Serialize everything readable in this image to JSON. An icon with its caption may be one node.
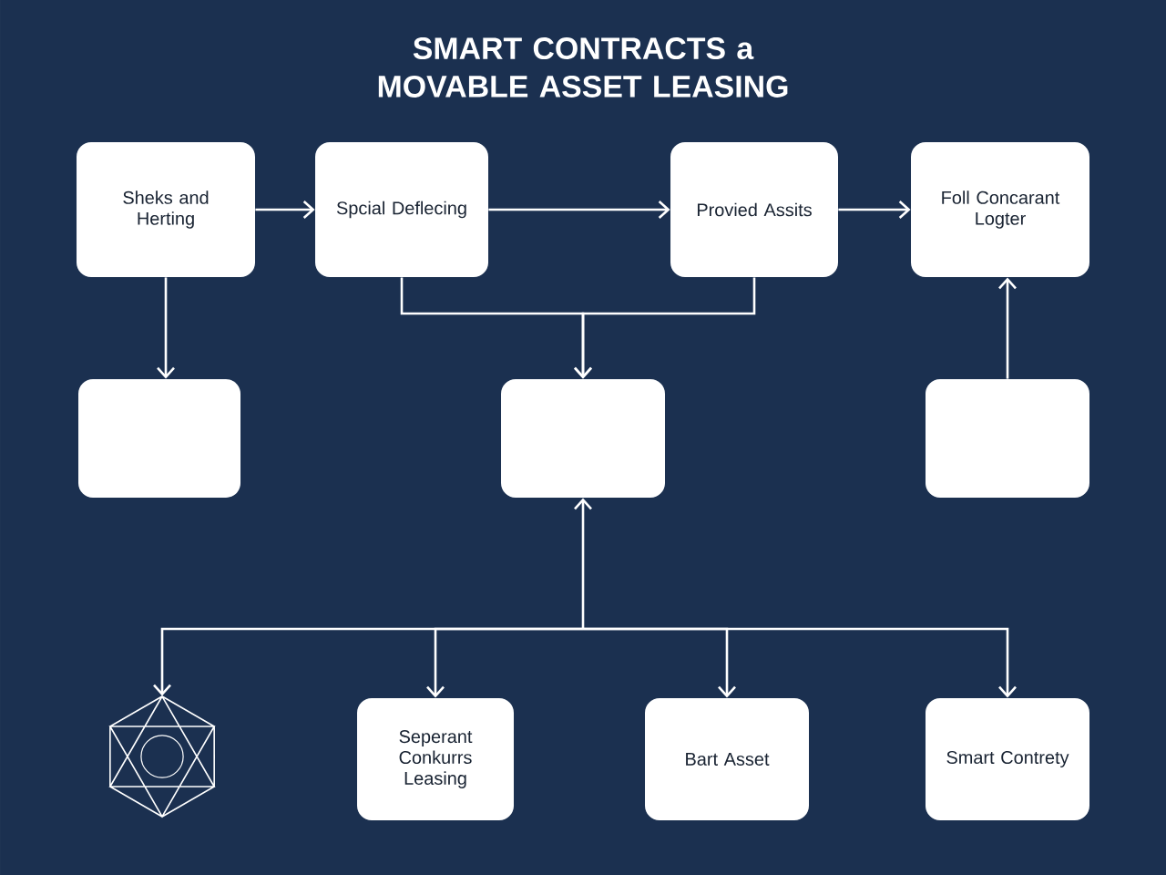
{
  "diagram": {
    "title": "SMART CONTRACTS a MOVABLE ASSET LEASING",
    "nodes": [
      {
        "text": [
          "Sheks and Herting"
        ]
      },
      {
        "text": [
          "Spcial Deflecing"
        ]
      },
      {
        "text": [
          "Provied Assits"
        ]
      },
      {
        "text": [
          "Foll Concarant Logter"
        ]
      },
      {
        "text": [],
        "shape": "box"
      },
      {
        "text": [],
        "shape": "box"
      },
      {
        "text": [],
        "shape": "box"
      },
      {
        "text": [],
        "shape": "hexagon"
      },
      {
        "text": [
          "Seperant Conkurrs Leasing"
        ]
      },
      {
        "text": [
          "Bart Asset"
        ]
      },
      {
        "text": [
          "Smart Contrety"
        ]
      }
    ],
    "edges": [
      {
        "from": 0,
        "to": 1,
        "arrow": "to"
      },
      {
        "from": 1,
        "to": 2,
        "arrow": "to"
      },
      {
        "from": 2,
        "to": 3,
        "arrow": "to"
      },
      {
        "from": 0,
        "to": 4,
        "arrow": "to"
      },
      {
        "from": 1,
        "to": 5,
        "arrow": "to"
      },
      {
        "from": 2,
        "to": 5,
        "arrow": "to"
      },
      {
        "from": 6,
        "to": 3,
        "arrow": "to"
      },
      {
        "from": 5,
        "to": 7,
        "arrow": "both"
      },
      {
        "from": 5,
        "to": 8,
        "arrow": "both"
      },
      {
        "from": 5,
        "to": 9,
        "arrow": "both"
      },
      {
        "from": 5,
        "to": 10,
        "arrow": "both"
      }
    ]
  }
}
